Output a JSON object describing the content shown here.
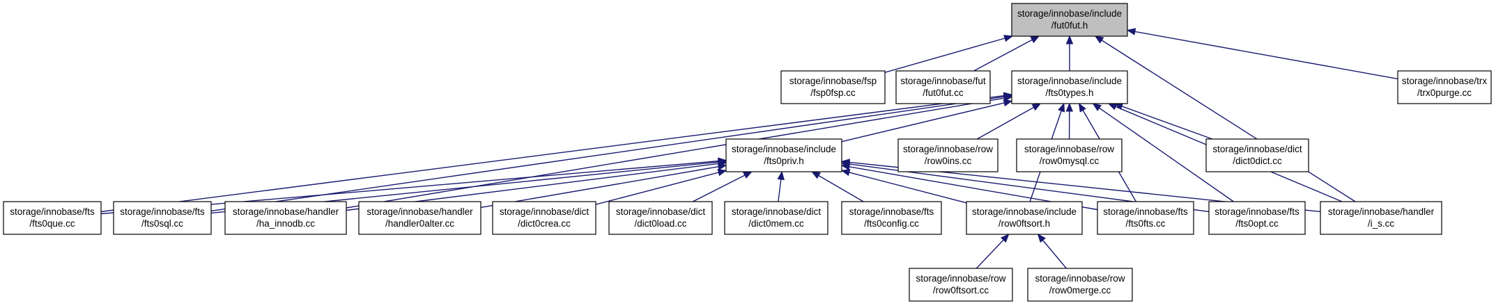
{
  "graph": {
    "root": "fut0fut_h",
    "nodes": [
      {
        "id": "fut0fut_h",
        "lines": [
          "storage/innobase/include",
          "/fut0fut.h"
        ]
      },
      {
        "id": "fsp0fsp_cc",
        "lines": [
          "storage/innobase/fsp",
          "/fsp0fsp.cc"
        ]
      },
      {
        "id": "fut0fut_cc",
        "lines": [
          "storage/innobase/fut",
          "/fut0fut.cc"
        ]
      },
      {
        "id": "fts0types_h",
        "lines": [
          "storage/innobase/include",
          "/fts0types.h"
        ]
      },
      {
        "id": "trx0purge_cc",
        "lines": [
          "storage/innobase/trx",
          "/trx0purge.cc"
        ]
      },
      {
        "id": "fts0priv_h",
        "lines": [
          "storage/innobase/include",
          "/fts0priv.h"
        ]
      },
      {
        "id": "row0ins_cc",
        "lines": [
          "storage/innobase/row",
          "/row0ins.cc"
        ]
      },
      {
        "id": "row0mysql_cc",
        "lines": [
          "storage/innobase/row",
          "/row0mysql.cc"
        ]
      },
      {
        "id": "dict0dict_cc",
        "lines": [
          "storage/innobase/dict",
          "/dict0dict.cc"
        ]
      },
      {
        "id": "fts0que_cc",
        "lines": [
          "storage/innobase/fts",
          "/fts0que.cc"
        ]
      },
      {
        "id": "fts0sql_cc",
        "lines": [
          "storage/innobase/fts",
          "/fts0sql.cc"
        ]
      },
      {
        "id": "ha_innodb_cc",
        "lines": [
          "storage/innobase/handler",
          "/ha_innodb.cc"
        ]
      },
      {
        "id": "handler0alter_cc",
        "lines": [
          "storage/innobase/handler",
          "/handler0alter.cc"
        ]
      },
      {
        "id": "dict0crea_cc",
        "lines": [
          "storage/innobase/dict",
          "/dict0crea.cc"
        ]
      },
      {
        "id": "dict0load_cc",
        "lines": [
          "storage/innobase/dict",
          "/dict0load.cc"
        ]
      },
      {
        "id": "dict0mem_cc",
        "lines": [
          "storage/innobase/dict",
          "/dict0mem.cc"
        ]
      },
      {
        "id": "fts0config_cc",
        "lines": [
          "storage/innobase/fts",
          "/fts0config.cc"
        ]
      },
      {
        "id": "row0ftsort_h",
        "lines": [
          "storage/innobase/include",
          "/row0ftsort.h"
        ]
      },
      {
        "id": "fts0fts_cc",
        "lines": [
          "storage/innobase/fts",
          "/fts0fts.cc"
        ]
      },
      {
        "id": "fts0opt_cc",
        "lines": [
          "storage/innobase/fts",
          "/fts0opt.cc"
        ]
      },
      {
        "id": "i_s_cc",
        "lines": [
          "storage/innobase/handler",
          "/i_s.cc"
        ]
      },
      {
        "id": "row0ftsort_cc",
        "lines": [
          "storage/innobase/row",
          "/row0ftsort.cc"
        ]
      },
      {
        "id": "row0merge_cc",
        "lines": [
          "storage/innobase/row",
          "/row0merge.cc"
        ]
      }
    ],
    "edges": [
      {
        "from": "fsp0fsp_cc",
        "to": "fut0fut_h"
      },
      {
        "from": "fut0fut_cc",
        "to": "fut0fut_h"
      },
      {
        "from": "fts0types_h",
        "to": "fut0fut_h"
      },
      {
        "from": "trx0purge_cc",
        "to": "fut0fut_h"
      },
      {
        "from": "i_s_cc",
        "to": "fut0fut_h"
      },
      {
        "from": "fts0priv_h",
        "to": "fts0types_h"
      },
      {
        "from": "row0ins_cc",
        "to": "fts0types_h"
      },
      {
        "from": "row0mysql_cc",
        "to": "fts0types_h"
      },
      {
        "from": "dict0dict_cc",
        "to": "fts0types_h"
      },
      {
        "from": "fts0que_cc",
        "to": "fts0types_h"
      },
      {
        "from": "fts0sql_cc",
        "to": "fts0types_h"
      },
      {
        "from": "ha_innodb_cc",
        "to": "fts0types_h"
      },
      {
        "from": "row0ftsort_h",
        "to": "fts0types_h"
      },
      {
        "from": "fts0fts_cc",
        "to": "fts0types_h"
      },
      {
        "from": "fts0opt_cc",
        "to": "fts0types_h"
      },
      {
        "from": "i_s_cc",
        "to": "fts0types_h"
      },
      {
        "from": "fts0que_cc",
        "to": "fts0priv_h"
      },
      {
        "from": "fts0sql_cc",
        "to": "fts0priv_h"
      },
      {
        "from": "ha_innodb_cc",
        "to": "fts0priv_h"
      },
      {
        "from": "handler0alter_cc",
        "to": "fts0priv_h"
      },
      {
        "from": "dict0crea_cc",
        "to": "fts0priv_h"
      },
      {
        "from": "dict0load_cc",
        "to": "fts0priv_h"
      },
      {
        "from": "dict0mem_cc",
        "to": "fts0priv_h"
      },
      {
        "from": "fts0config_cc",
        "to": "fts0priv_h"
      },
      {
        "from": "row0ftsort_h",
        "to": "fts0priv_h"
      },
      {
        "from": "fts0fts_cc",
        "to": "fts0priv_h"
      },
      {
        "from": "fts0opt_cc",
        "to": "fts0priv_h"
      },
      {
        "from": "i_s_cc",
        "to": "fts0priv_h"
      },
      {
        "from": "row0ftsort_cc",
        "to": "row0ftsort_h"
      },
      {
        "from": "row0merge_cc",
        "to": "row0ftsort_h"
      }
    ]
  }
}
